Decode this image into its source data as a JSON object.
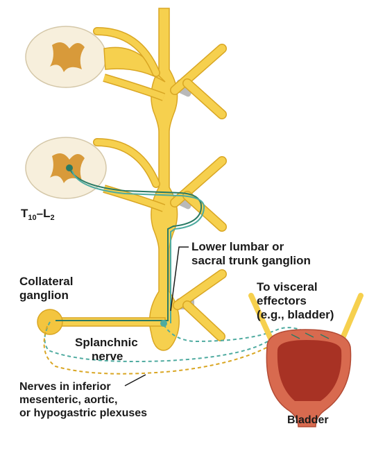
{
  "colors": {
    "nerve_fill": "#f6d04e",
    "nerve_edge": "#d9a623",
    "ganglion_fill": "#f3c53f",
    "cord_white": "#f7efdc",
    "cord_gray": "#d89a3a",
    "preganglionic": "#2a7a64",
    "postganglionic": "#4faba0",
    "bladder_outer": "#d86a4f",
    "bladder_inner": "#a83224",
    "ramus_gray": "#b9b9b9",
    "text": "#1a1a1a"
  },
  "labels": {
    "segment_main": "T",
    "segment_sub1": "10",
    "segment_dash": "–L",
    "segment_sub2": "2",
    "lumbar_line1": "Lower lumbar or",
    "lumbar_line2": "sacral trunk ganglion",
    "collateral_line1": "Collateral",
    "collateral_line2": "ganglion",
    "splanchnic_line1": "Splanchnic",
    "splanchnic_line2": "nerve",
    "effectors_line1": "To visceral",
    "effectors_line2": "effectors",
    "effectors_line3": "(e.g., bladder)",
    "plexus_line1": "Nerves in inferior",
    "plexus_line2": "mesenteric, aortic,",
    "plexus_line3": "or hypogastric plexuses",
    "bladder": "Bladder"
  }
}
